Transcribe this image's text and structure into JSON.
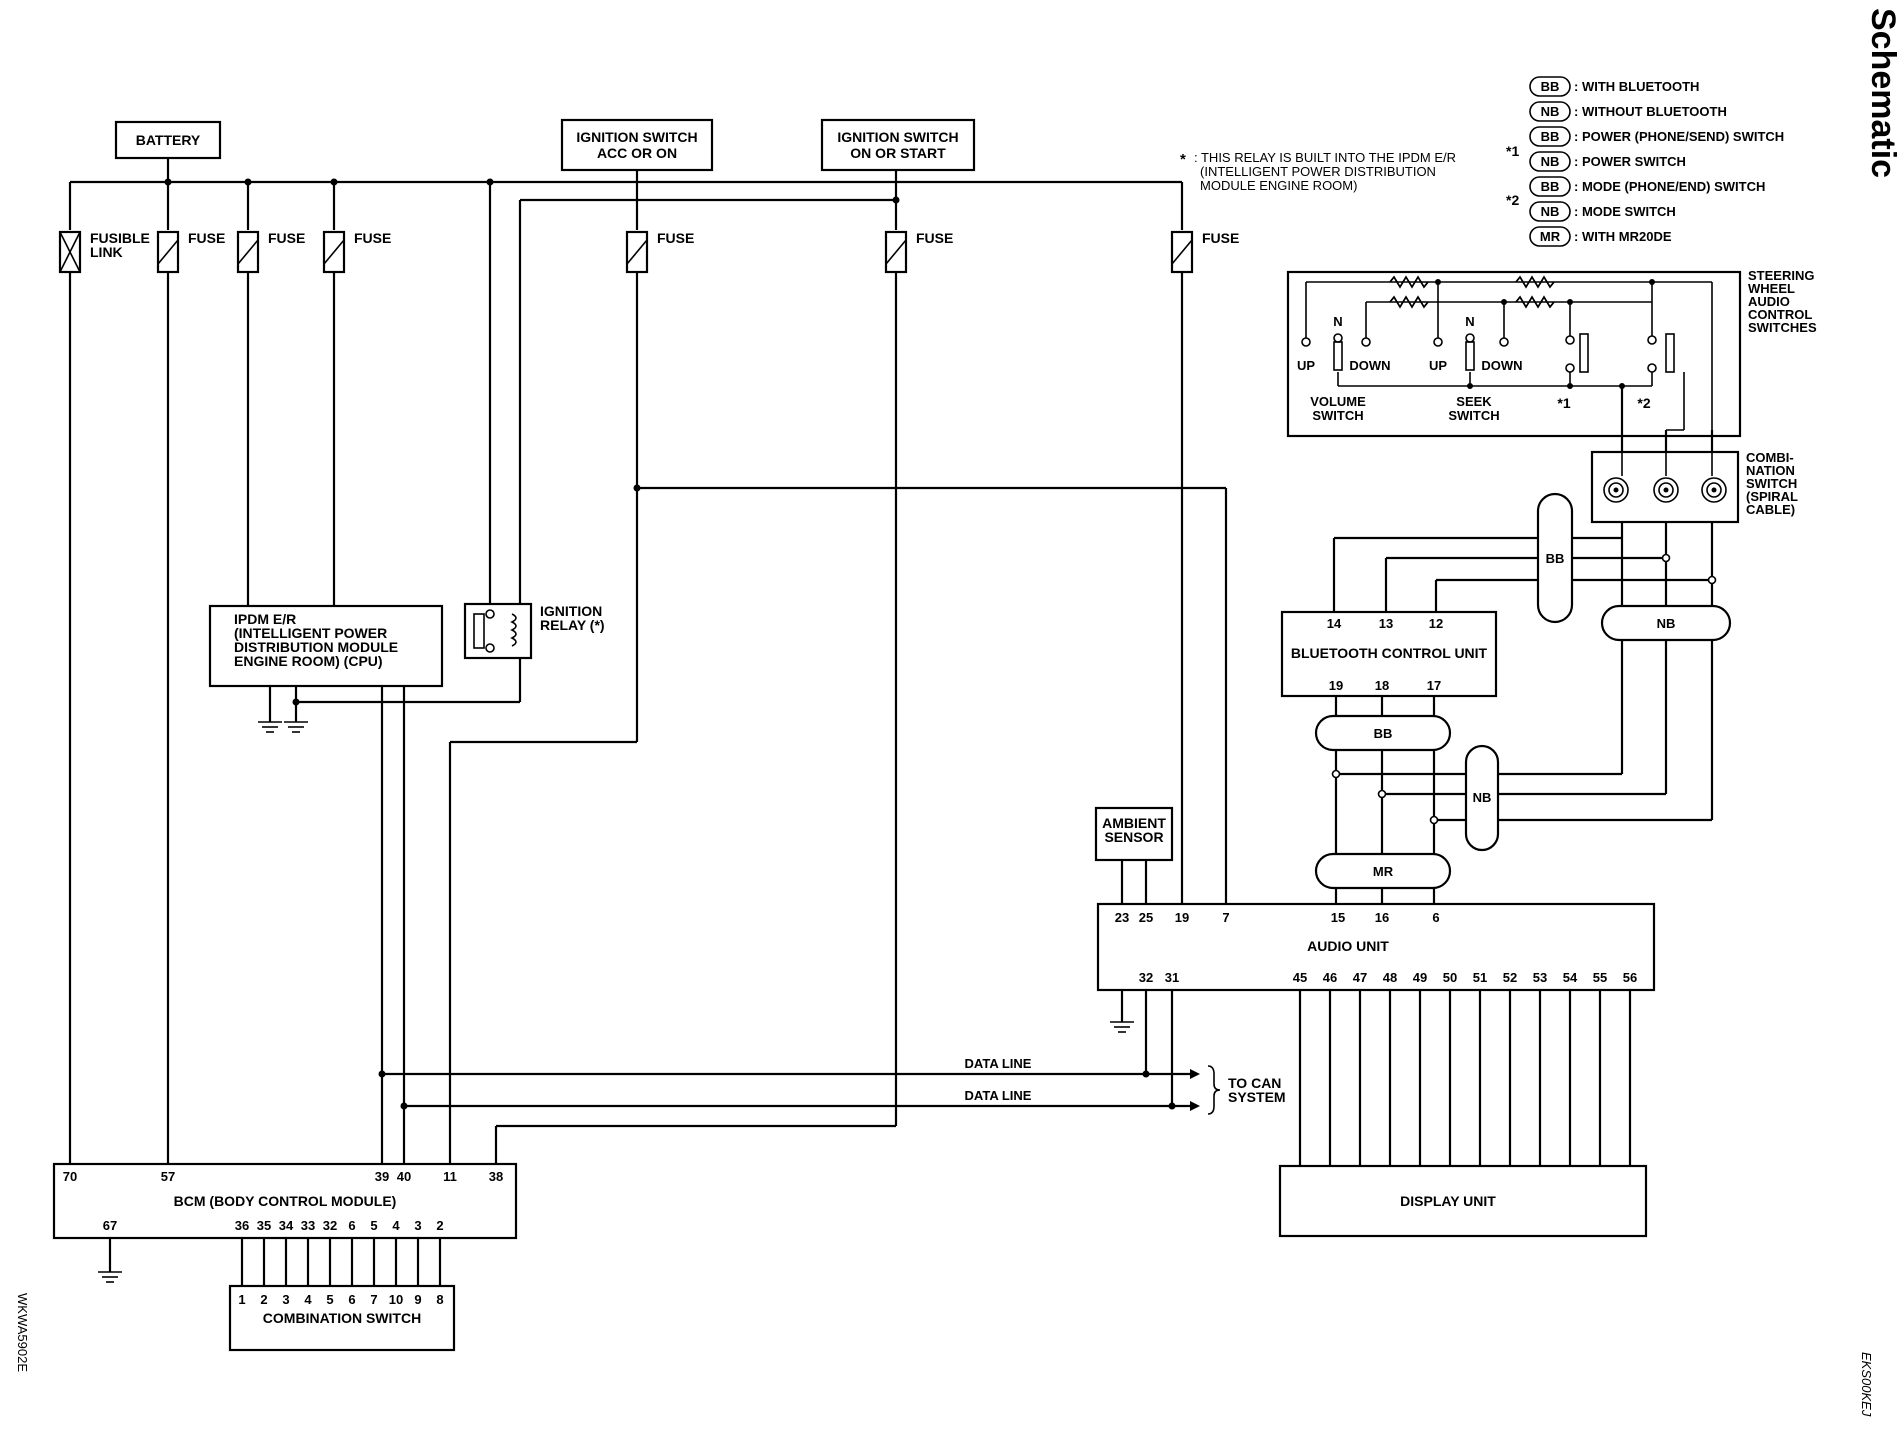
{
  "page": {
    "title": "Schematic",
    "figure_code": "WKWA5902E",
    "section_code": "EKS00KEJ"
  },
  "legend": {
    "items": [
      {
        "badge": "BB",
        "text": ": WITH BLUETOOTH",
        "mark": ""
      },
      {
        "badge": "NB",
        "text": ": WITHOUT BLUETOOTH",
        "mark": ""
      },
      {
        "badge": "BB",
        "text": ": POWER (PHONE/SEND) SWITCH",
        "mark": "*1"
      },
      {
        "badge": "NB",
        "text": ": POWER SWITCH",
        "mark": ""
      },
      {
        "badge": "BB",
        "text": ": MODE (PHONE/END) SWITCH",
        "mark": "*2"
      },
      {
        "badge": "NB",
        "text": ": MODE SWITCH",
        "mark": ""
      },
      {
        "badge": "MR",
        "text": ": WITH MR20DE",
        "mark": ""
      }
    ]
  },
  "notes": {
    "relay_note_star": "*",
    "relay_note_lines": [
      ": THIS RELAY IS BUILT INTO THE IPDM E/R",
      "(INTELLIGENT POWER DISTRIBUTION",
      "MODULE ENGINE ROOM)"
    ]
  },
  "power": {
    "battery": "BATTERY",
    "ign_acc": [
      "IGNITION SWITCH",
      "ACC OR ON"
    ],
    "ign_on": [
      "IGNITION SWITCH",
      "ON OR START"
    ],
    "fusible_link": [
      "FUSIBLE",
      "LINK"
    ],
    "fuse": "FUSE"
  },
  "ipdm": {
    "lines": [
      "IPDM E/R",
      "(INTELLIGENT POWER",
      "DISTRIBUTION MODULE",
      "ENGINE ROOM) (CPU)"
    ]
  },
  "relay": {
    "lines": [
      "IGNITION",
      "RELAY (*)"
    ]
  },
  "bcm": {
    "name": "BCM (BODY CONTROL MODULE)",
    "top_pins": [
      "70",
      "57",
      "39",
      "40",
      "11",
      "38"
    ],
    "bottom_pins": [
      "67",
      "36",
      "35",
      "34",
      "33",
      "32",
      "6",
      "5",
      "4",
      "3",
      "2"
    ]
  },
  "combination_switch": {
    "name": "COMBINATION SWITCH",
    "pins": [
      "1",
      "2",
      "3",
      "4",
      "5",
      "6",
      "7",
      "10",
      "9",
      "8"
    ]
  },
  "data_lines": {
    "label": "DATA LINE",
    "destination": [
      "TO CAN",
      "SYSTEM"
    ]
  },
  "ambient_sensor": {
    "lines": [
      "AMBIENT",
      "SENSOR"
    ]
  },
  "audio_unit": {
    "name": "AUDIO UNIT",
    "top_pins": [
      "23",
      "25",
      "19",
      "7",
      "15",
      "16",
      "6"
    ],
    "bottom_pins_left": [
      "32",
      "31"
    ],
    "bottom_pins_right": [
      "45",
      "46",
      "47",
      "48",
      "49",
      "50",
      "51",
      "52",
      "53",
      "54",
      "55",
      "56"
    ]
  },
  "display_unit": {
    "name": "DISPLAY UNIT"
  },
  "bluetooth_unit": {
    "name": "BLUETOOTH CONTROL UNIT",
    "top_pins": [
      "14",
      "13",
      "12"
    ],
    "bottom_pins": [
      "19",
      "18",
      "17"
    ]
  },
  "steering_switches": {
    "title": [
      "STEERING",
      "WHEEL",
      "AUDIO",
      "CONTROL",
      "SWITCHES"
    ],
    "volume": [
      "VOLUME",
      "SWITCH"
    ],
    "seek": [
      "SEEK",
      "SWITCH"
    ],
    "up": "UP",
    "down": "DOWN",
    "neutral": "N",
    "mark1": "*1",
    "mark2": "*2"
  },
  "spiral_cable": {
    "title": [
      "COMBI-",
      "NATION",
      "SWITCH",
      "(SPIRAL",
      "CABLE)"
    ]
  },
  "option_badges": {
    "bb": "BB",
    "nb": "NB",
    "mr": "MR"
  }
}
